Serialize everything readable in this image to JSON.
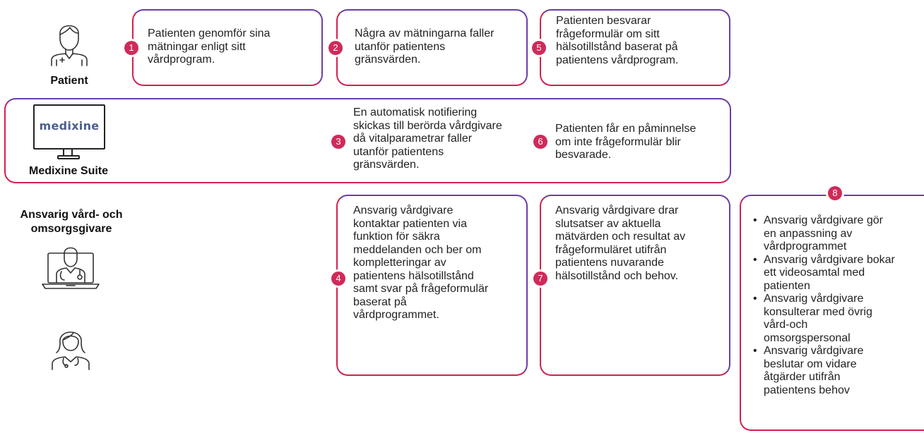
{
  "actors": {
    "patient": {
      "label": "Patient",
      "icon": "patient-icon"
    },
    "suite": {
      "label": "Medixine Suite",
      "logo": "medixine",
      "icon": "monitor-icon"
    },
    "caregiver": {
      "label": "Ansvarig vård- och omsorgsgivare",
      "icons": [
        "doctor-laptop-icon",
        "nurse-icon"
      ]
    }
  },
  "steps": [
    {
      "num": "1",
      "text": "Patienten genomför sina\nmätningar enligt sitt\nvårdprogram."
    },
    {
      "num": "2",
      "text": "Några av mätningarna faller\nutanför patientens\ngränsvärden."
    },
    {
      "num": "3",
      "text": "En automatisk notifiering\nskickas till berörda vårdgivare\ndå vitalparametrar faller\nutanför patientens\ngränsvärden."
    },
    {
      "num": "4",
      "text": "Ansvarig vårdgivare\nkontaktar patienten via\nfunktion för säkra\nmeddelanden och ber om\nkompletteringar av\npatientens hälsotillstånd\nsamt svar på frågeformulär\nbaserat på\nvårdprogrammet."
    },
    {
      "num": "5",
      "text": "Patienten besvarar\nfrågeformulär om sitt\nhälsotillstånd baserat på\npatientens vårdprogram."
    },
    {
      "num": "6",
      "text": "Patienten får en påminnelse\nom inte frågeformulär blir\nbesvarade."
    },
    {
      "num": "7",
      "text": "Ansvarig vårdgivare drar\nslutsatser av aktuella\nmätvärden och resultat av\nfrågeformuläret utifrån\npatientens nuvarande\nhälsotillstånd och behov."
    },
    {
      "num": "8",
      "bullets": [
        "Ansvarig vårdgivare gör\nen anpassning av\nvårdprogrammet",
        "Ansvarig vårdgivare bokar\nett videosamtal med\npatienten",
        "Ansvarig vårdgivare\nkonsulterar med övrig\nvård-och\nomsorgspersonal",
        "Ansvarig vårdgivare\nbeslutar om vidare\nåtgärder utifrån\npatientens behov"
      ]
    }
  ],
  "colors": {
    "badge": "#cf2a5a",
    "border_left": "#d6204f",
    "border_right": "#6b3fa6"
  }
}
